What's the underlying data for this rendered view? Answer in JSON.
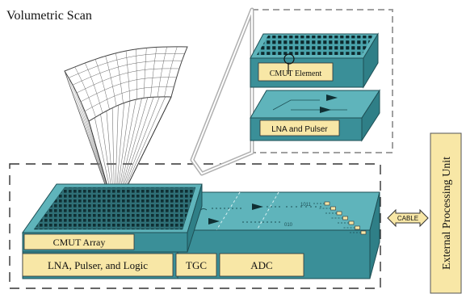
{
  "title": "Volumetric Scan",
  "labels": {
    "cmut_array": "CMUT Array",
    "lna_pulser_logic": "LNA, Pulser, and Logic",
    "tgc": "TGC",
    "adc": "ADC",
    "cmut_element": "CMUT Element",
    "lna_and_pulser": "LNA and Pulser",
    "cable": "CABLE",
    "external_unit": "External Processing Unit"
  },
  "colors": {
    "teal_top": "#5fb4bb",
    "teal_side": "#3a8f98",
    "teal_dark": "#23646b",
    "label_fill": "#f8e7a6",
    "frame_gray": "#9a9a9a"
  }
}
